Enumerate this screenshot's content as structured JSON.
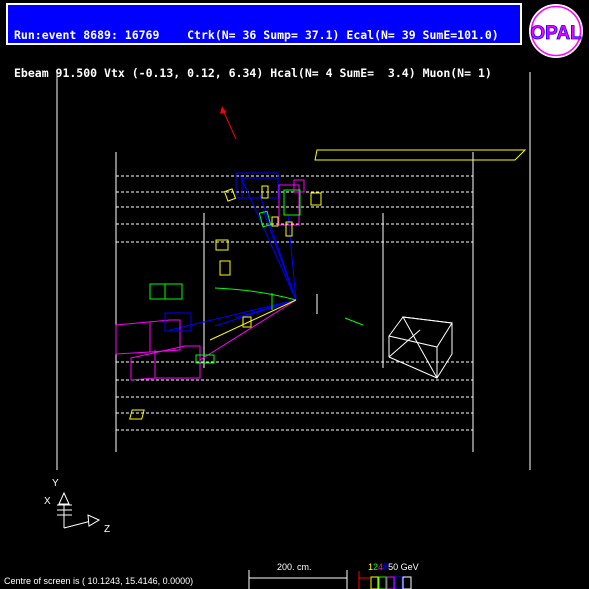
{
  "header": {
    "run_event_label": "Run:event",
    "run_event_value": "8689: 16769",
    "ctrk": "Ctrk(N= 36 Sump= 37.1)",
    "ecal": "Ecal(N= 39 SumE=101.0)",
    "ebeam": "Ebeam 91.500",
    "vtx": "Vtx (-0.13, 0.12, 6.34)",
    "hcal": "Hcal(N= 4 SumE=  3.4)",
    "muon": "Muon(N= 1)"
  },
  "logo": {
    "text": "OPAL"
  },
  "axes": {
    "y": "Y",
    "x": "X",
    "z": "Z"
  },
  "scale_bar": {
    "label": "200. cm."
  },
  "footer": {
    "centre_text": "Centre of screen is ( 10.1243, 15.4146, 0.0000)"
  },
  "energy_legend": {
    "digits": [
      "1",
      "2",
      "4",
      "8",
      "50"
    ],
    "digit_colors": [
      "#ffff00",
      "#00ff00",
      "#ff00ff",
      "#0000ff",
      "#ffffff"
    ],
    "unit": " GeV"
  },
  "colors": {
    "header_bg": "#0000ff",
    "track": "#0000ff",
    "ecal": "#ffff00",
    "hcal": "#ff00ff",
    "muon": "#ff0000",
    "green": "#00ff00",
    "frame": "#ffffff"
  }
}
